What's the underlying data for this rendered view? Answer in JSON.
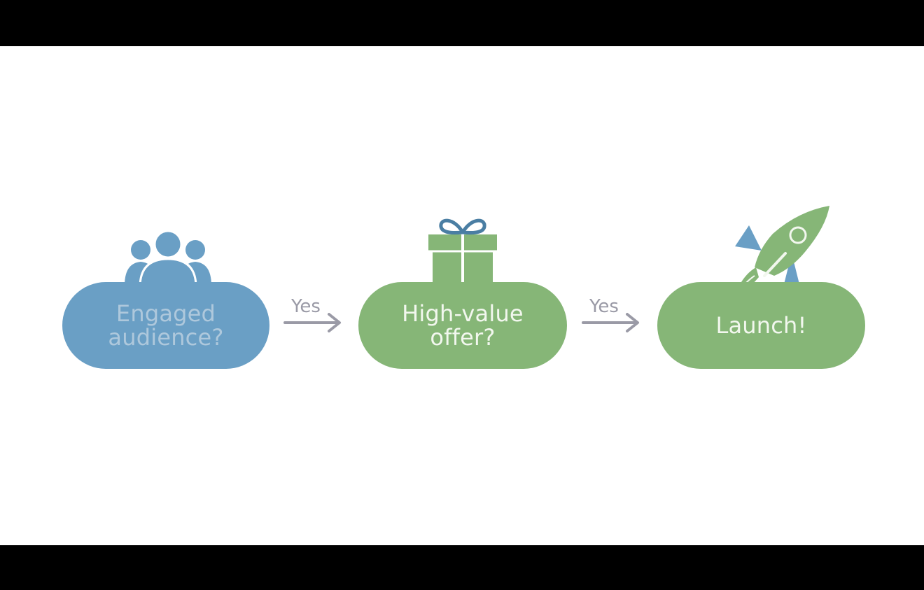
{
  "diagram": {
    "nodes": [
      {
        "id": "engaged",
        "lines": [
          "Engaged",
          "audience?"
        ],
        "icon": "people-icon"
      },
      {
        "id": "offer",
        "lines": [
          "High-value",
          "offer?"
        ],
        "icon": "gift-icon"
      },
      {
        "id": "launch",
        "lines": [
          "Launch!"
        ],
        "icon": "rocket-icon"
      }
    ],
    "edges": [
      {
        "from": "engaged",
        "to": "offer",
        "label": "Yes"
      },
      {
        "from": "offer",
        "to": "launch",
        "label": "Yes"
      }
    ]
  },
  "colors": {
    "blue": "#6a9fc5",
    "green": "#86b677",
    "ribbon": "#4a7ea3",
    "arrow": "#9a9aa6"
  }
}
